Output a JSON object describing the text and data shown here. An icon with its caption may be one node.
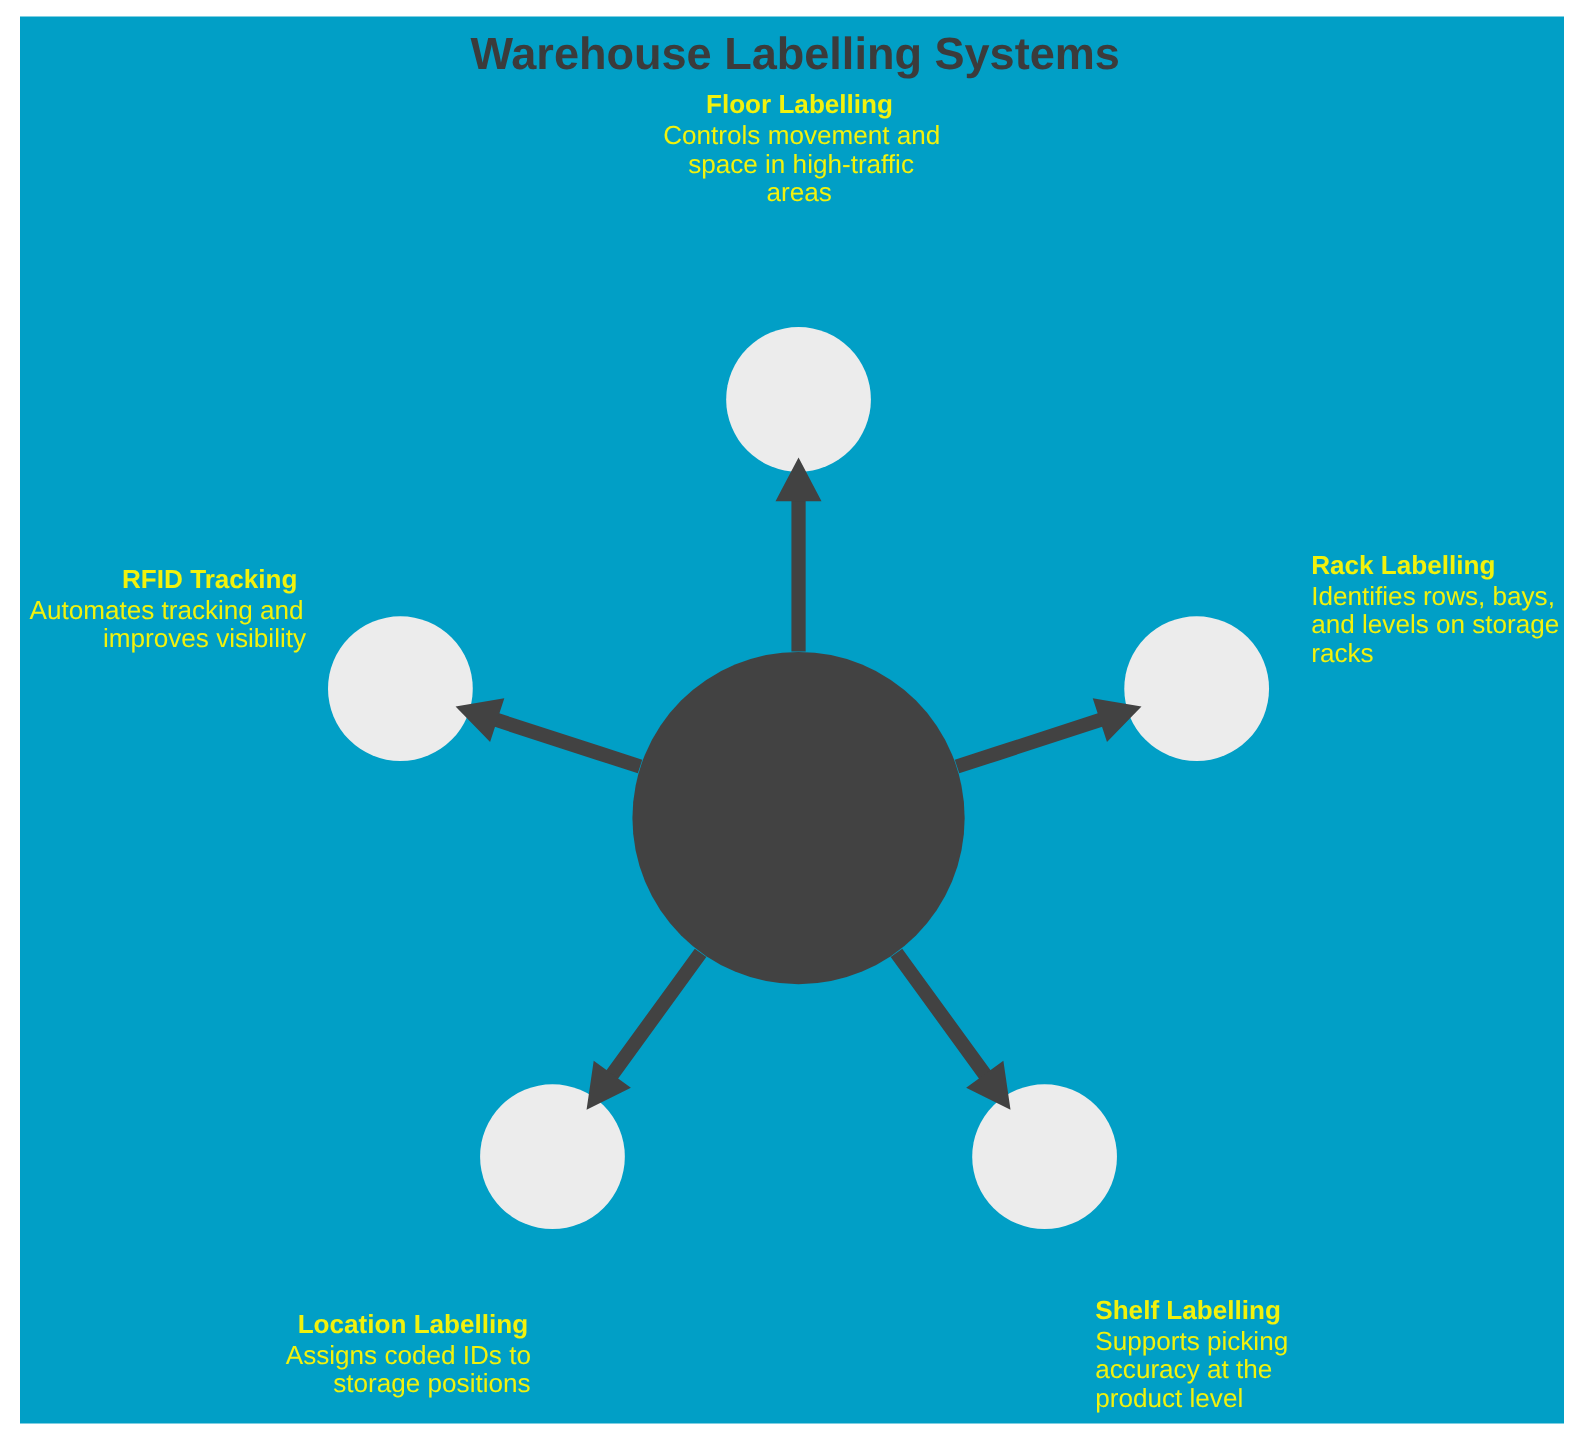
{
  "diagram": {
    "title": "Warehouse Labelling Systems",
    "nodes": [
      {
        "text": [],
        "shape": "circle"
      },
      {
        "text": [],
        "shape": "circle",
        "beside": [
          "Floor Labelling",
          "Controls movement and space in high-traffic areas"
        ]
      },
      {
        "text": [],
        "shape": "circle",
        "beside": [
          "Rack Labelling",
          "Identifies rows, bays, and levels on storage racks"
        ]
      },
      {
        "text": [],
        "shape": "circle",
        "beside": [
          "Shelf Labelling",
          "Supports picking accuracy at the product level"
        ]
      },
      {
        "text": [],
        "shape": "circle",
        "beside": [
          "Location Labelling",
          "Assigns coded IDs to storage positions"
        ]
      },
      {
        "text": [],
        "shape": "circle",
        "beside": [
          "RFID Tracking",
          "Automates tracking and improves visibility"
        ]
      }
    ],
    "edges": [
      {
        "from": 0,
        "to": 1,
        "arrow": "to"
      },
      {
        "from": 0,
        "to": 2,
        "arrow": "to"
      },
      {
        "from": 0,
        "to": 3,
        "arrow": "to"
      },
      {
        "from": 0,
        "to": 4,
        "arrow": "to"
      },
      {
        "from": 0,
        "to": 5,
        "arrow": "to"
      }
    ]
  }
}
